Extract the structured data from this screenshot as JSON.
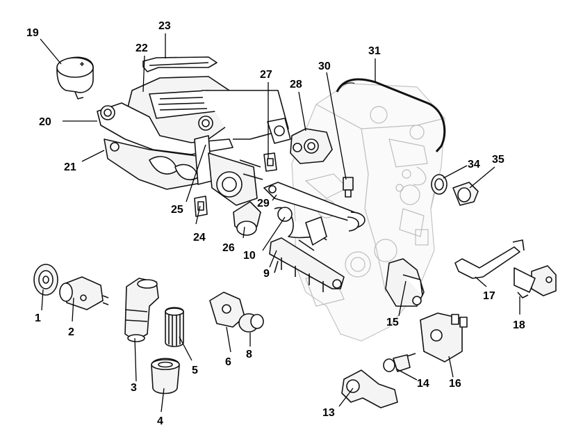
{
  "colors": {
    "line": "#111111",
    "ghost": "#bdbdbd",
    "background": "#ffffff"
  },
  "callouts": {
    "c1": "1",
    "c2": "2",
    "c3": "3",
    "c4": "4",
    "c5": "5",
    "c6": "6",
    "c8": "8",
    "c9": "9",
    "c10": "10",
    "c13": "13",
    "c14": "14",
    "c15": "15",
    "c16": "16",
    "c17": "17",
    "c18": "18",
    "c19": "19",
    "c20": "20",
    "c21": "21",
    "c22": "22",
    "c23": "23",
    "c24": "24",
    "c25": "25",
    "c26": "26",
    "c27": "27",
    "c28": "28",
    "c29": "29",
    "c30": "30",
    "c31": "31",
    "c34": "34",
    "c35": "35"
  }
}
